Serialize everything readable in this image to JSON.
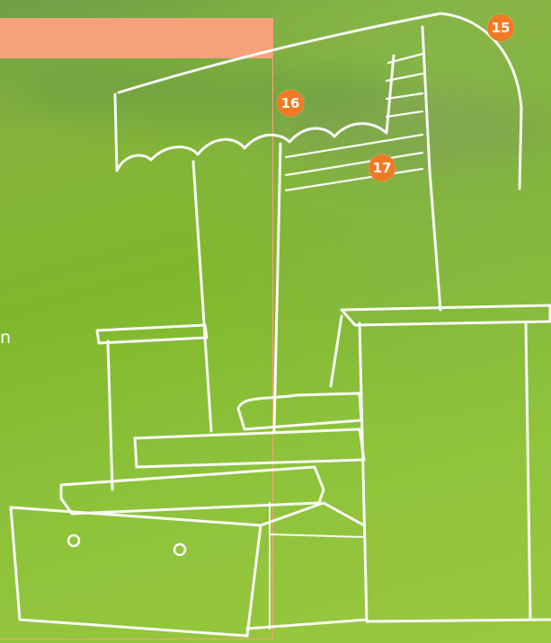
{
  "background": {
    "colors": [
      "#7fb72c",
      "#8cc23a",
      "#6f9e48"
    ],
    "header_bar_color": "#f4a27c",
    "badge_color": "#f07a24"
  },
  "illustration": {
    "subject": "strandkorb-sketch"
  },
  "text_fragment": "n",
  "callouts": [
    {
      "number": "15",
      "color": "#f07a24"
    },
    {
      "number": "16",
      "color": "#f07a24"
    },
    {
      "number": "17",
      "color": "#f07a24"
    }
  ]
}
